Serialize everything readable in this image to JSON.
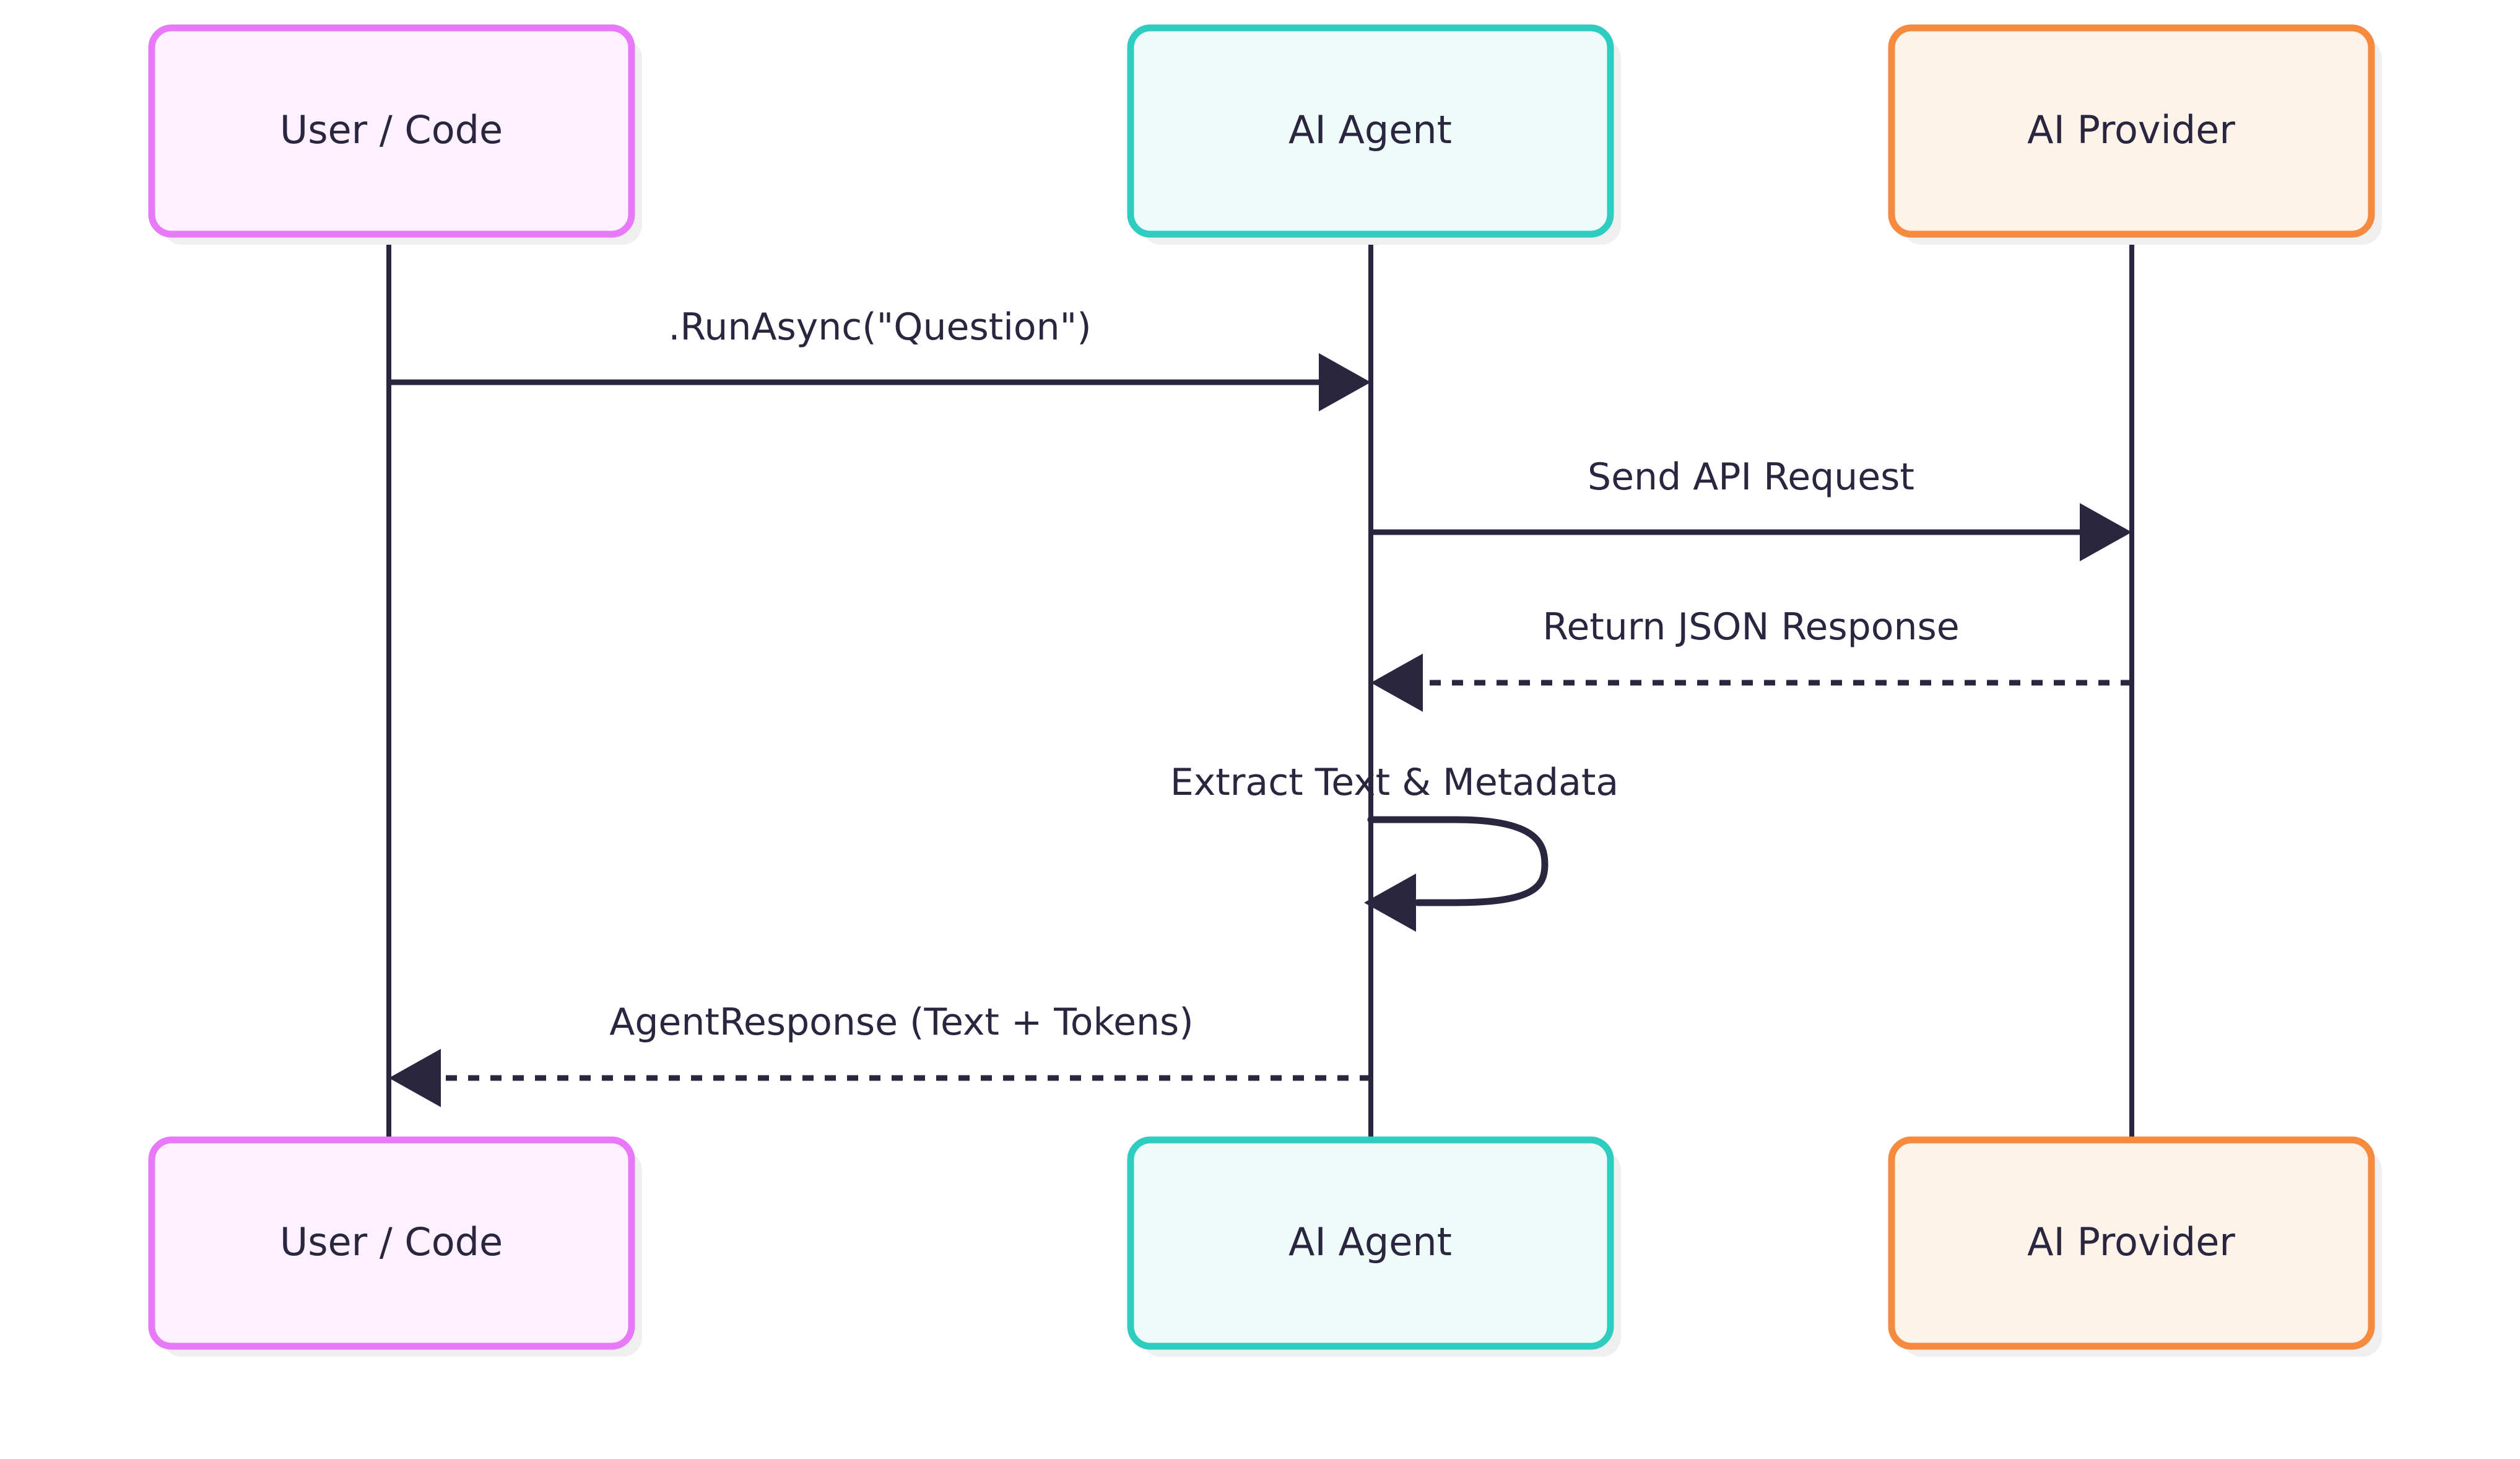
{
  "diagram": {
    "type": "sequence-diagram",
    "title": "",
    "background_color": "#ffffff",
    "line_color": "#2a2640",
    "text_color": "#2a2640",
    "participants": [
      {
        "id": "user",
        "label": "User / Code",
        "border_color": "#e879f9",
        "fill_color": "#fdf0ff"
      },
      {
        "id": "agent",
        "label": "AI Agent",
        "border_color": "#2ecdc0",
        "fill_color": "#effbf8"
      },
      {
        "id": "provider",
        "label": "AI Provider",
        "border_color": "#f68a3f",
        "fill_color": "#fdf3e8"
      }
    ],
    "messages": [
      {
        "index": 1,
        "label": ".RunAsync(\"Question\")",
        "from": "user",
        "to": "agent",
        "style": "solid",
        "direction": "right",
        "kind": "call"
      },
      {
        "index": 2,
        "label": "Send API Request",
        "from": "agent",
        "to": "provider",
        "style": "solid",
        "direction": "right",
        "kind": "call"
      },
      {
        "index": 3,
        "label": "Return JSON Response",
        "from": "provider",
        "to": "agent",
        "style": "dotted",
        "direction": "left",
        "kind": "return"
      },
      {
        "index": 4,
        "label": "Extract Text & Metadata",
        "from": "agent",
        "to": "agent",
        "style": "solid",
        "direction": "self",
        "kind": "self-loop"
      },
      {
        "index": 5,
        "label": "AgentResponse (Text + Tokens)",
        "from": "agent",
        "to": "user",
        "style": "dotted",
        "direction": "left",
        "kind": "return"
      }
    ]
  }
}
